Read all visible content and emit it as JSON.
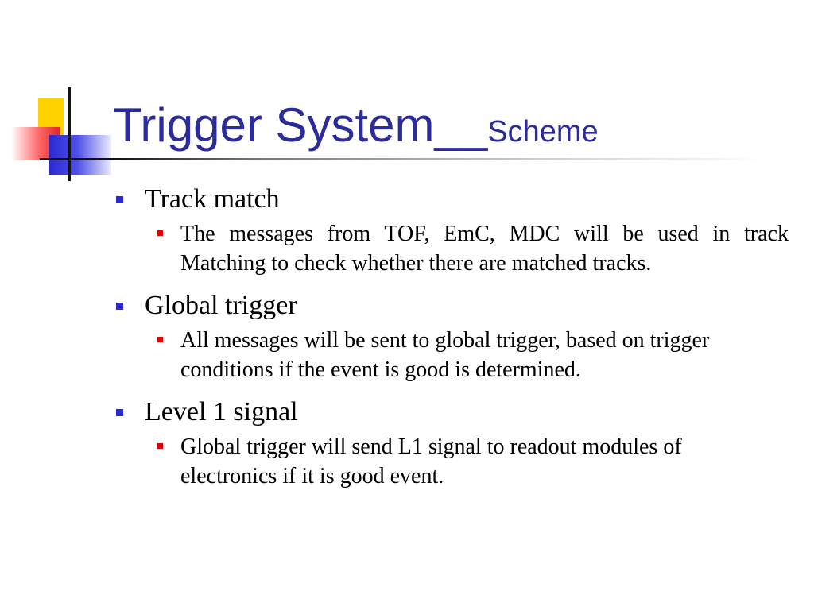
{
  "slide": {
    "title_main": "Trigger System__",
    "title_sub": "Scheme",
    "colors": {
      "title": "#2b2b9a",
      "bullet_level1": "#2a2ad4",
      "bullet_level2": "#e00000",
      "logo_yellow": "#ffd200",
      "logo_red": "#e32222",
      "logo_blue": "#2a2ad4"
    },
    "bullets": [
      {
        "text": "Track match",
        "subitems": [
          "The messages from TOF, EmC, MDC will be used in track Matching to check whether there are matched tracks."
        ]
      },
      {
        "text": "Global trigger",
        "subitems": [
          "All messages will be sent to global trigger, based on trigger conditions if the event is good is determined."
        ]
      },
      {
        "text": "Level 1 signal",
        "subitems": [
          "Global trigger will send L1 signal to readout modules of electronics if it is good event."
        ]
      }
    ]
  }
}
